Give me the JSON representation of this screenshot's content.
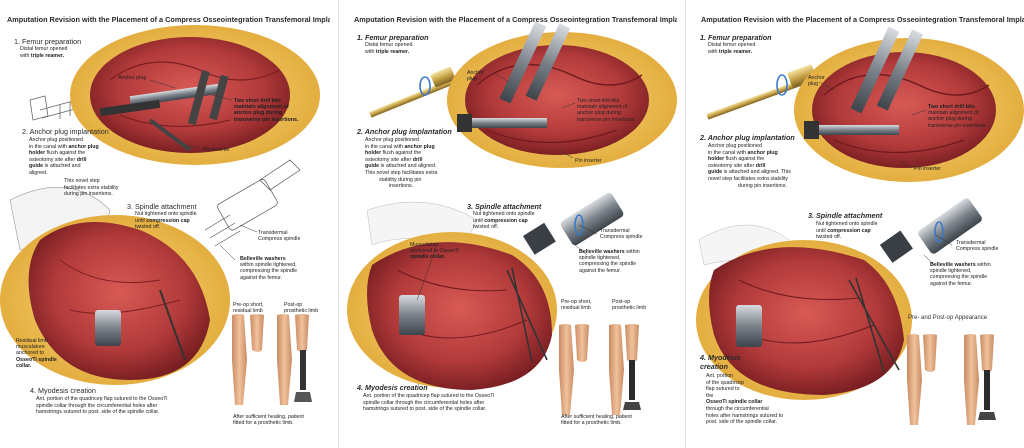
{
  "panels": [
    {
      "title": "Amputation Revision with the Placement of a Compress Osseointegration Transfemoral Implant",
      "step1": {
        "heading": "1. Femur preparation",
        "line1": "Distal femur opened",
        "line2_pre": "with ",
        "line2_bold": "triple reamer."
      },
      "anchor_plug": "Anchor plug",
      "drill_note": {
        "l1": "Two short drill bits",
        "l2": "maintain alignment of",
        "l3": "anchor plug during",
        "l4": "transverse pin insertions."
      },
      "pin_inserter": "Pin inserter",
      "step2": {
        "heading": "2. Anchor plug implantation",
        "l1": "Anchor plug positioned",
        "l2_pre": "in the canal with ",
        "l2_bold": "anchor plug",
        "l3_bold": "holder",
        "l3_post": " flush against the",
        "l4_pre": "osteotomy site after ",
        "l4_bold": "drill",
        "l5_bold": "guide",
        "l5_post": " is attached and",
        "l6": "aligned."
      },
      "novel": {
        "l1": "This novel step",
        "l2": "facilitates extra stability",
        "l3": "during pin insertions."
      },
      "step3": {
        "heading": "3. Spindle attachment",
        "l1": "Nut tightened onto spindle",
        "l2_pre": "until ",
        "l2_bold": "compression cap",
        "l3": "twisted off."
      },
      "spindle": {
        "l1": "Transdermal",
        "l2": "Compress spindle"
      },
      "washers": {
        "bold": "Belleville washers",
        "l1": "within spindle tightened,",
        "l2": "compressing the spindle",
        "l3": "against the femur."
      },
      "musculature": null,
      "preop": {
        "l1": "Pre-op short,",
        "l2": "residual limb"
      },
      "postop": {
        "l1": "Post-op",
        "l2": "prosthetic limb"
      },
      "healing": {
        "l1": "After sufficient healing, patient",
        "l2": "fitted for a prosthetic limb."
      },
      "residual": {
        "l1": "Residual limb",
        "l2": "musculature",
        "l3": "anchored to",
        "l4_bold": "OsseoTi spindle",
        "l5_bold": "collar."
      },
      "step4": {
        "heading": "4. Myodesis creation",
        "l1": "Ant. portion of the quadricep flap sutured to the OsseoTi",
        "l2": "spindle collar through the circumferential holes after",
        "l3": "hamstrings sutured to post. side of the spindle collar."
      }
    },
    {
      "title": "Amputation Revision with the Placement of a Compress Osseointegration Transfemoral Implant",
      "step1": {
        "heading": "1. Femur preparation",
        "line1": "Distal femur opened",
        "line2_pre": "with ",
        "line2_bold": "triple reamer."
      },
      "anchor_plug": {
        "l1": "Anchor",
        "l2": "plug"
      },
      "drill_note": {
        "l1": "Two short drill bits",
        "l2": "maintain alignment of",
        "l3": "anchor plug during",
        "l4": "transverse pin insertions."
      },
      "pin_inserter": "Pin inserter",
      "step2": {
        "heading": "2. Anchor plug implantation",
        "l1": "Anchor plug positioned",
        "l2_pre": "in the canal with ",
        "l2_bold": "anchor plug",
        "l3_bold": "holder",
        "l3_post": " flush against the",
        "l4_pre": "osteotomy site after ",
        "l4_bold": "drill",
        "l5_bold": "guide",
        "l5_post": " is attached and aligned.",
        "l6": ""
      },
      "novel": {
        "l1": "This novel step facilitates extra",
        "l2": "stability during pin",
        "l3": "insertions."
      },
      "step3": {
        "heading": "3. Spindle attachment",
        "l1": "Nut tightened onto spindle",
        "l2_pre": "until ",
        "l2_bold": "compression cap",
        "l3": "twisted off."
      },
      "spindle": {
        "l1": "Transdermal",
        "l2": "Compress spindle"
      },
      "washers": {
        "bold": "Belleville washers",
        "l1": "within",
        "l2": "spindle tightened,",
        "l3": "compressing the spindle",
        "l4": "against the femur."
      },
      "musculature": {
        "l1": "Musculature",
        "l2": "anchored to OsseoTi",
        "l3_bold": "spindle collar."
      },
      "preop": {
        "l1": "Pre-op short,",
        "l2": "residual limb"
      },
      "postop": {
        "l1": "Post-op",
        "l2": "prosthetic limb"
      },
      "healing": {
        "l1": "After sufficient healing, patient",
        "l2": "fitted for a prosthetic limb."
      },
      "step4": {
        "heading": "4. Myodesis creation",
        "l1": "Ant. portion of the quadricep flap sutured to the OsseoTi",
        "l2": "spindle collar through the circumferential holes after",
        "l3": "hamstrings sutured to post. side of the spindle collar."
      }
    },
    {
      "title": "Amputation Revision with the Placement of a Compress Osseointegration Transfemoral Implant",
      "step1": {
        "heading": "1. Femur preparation",
        "line1": "Distal femur opened",
        "line2_pre": "with ",
        "line2_bold": "triple reamer."
      },
      "anchor_plug": {
        "l1": "Anchor",
        "l2": "plug"
      },
      "drill_note": {
        "bold": "Two short drill bits",
        "l2": "maintain alignment of",
        "l3": "anchor plug during",
        "l4": "transverse pin insertions."
      },
      "pin_inserter": "Pin inserter",
      "step2": {
        "heading": "2. Anchor plug implantation",
        "l1": "Anchor plug positioned",
        "l2_pre": "in the canal with ",
        "l2_bold": "anchor plug",
        "l3_bold": "holder",
        "l3_post": " flush against the",
        "l4_pre": "osteotomy site after ",
        "l4_bold": "drill",
        "l5_bold": "guide",
        "l5_post": " is attached and aligned. This",
        "l6": "novel step facilitates extra stability",
        "l7": "during pin insertions."
      },
      "step3": {
        "heading": "3. Spindle attachment",
        "l1": "Nut tightened onto spindle",
        "l2_pre": "until ",
        "l2_bold": "compression cap",
        "l3": "twisted off."
      },
      "spindle": {
        "l1": "Transdermal",
        "l2": "Compress spindle"
      },
      "washers": {
        "bold": "Belleville washers",
        "l1": "within",
        "l2": "spindle tightened,",
        "l3": "compressing the spindle",
        "l4": "against the femur."
      },
      "appearance": "Pre- and Post-op Appearance",
      "step4": {
        "heading": "4. Myodesis",
        "heading2": "creation",
        "l1": "Ant. portion",
        "l2": "of the quadricep",
        "l3": "flap sutured to",
        "l4": "the",
        "l5_bold": "OsseoTi spindle collar",
        "l6": "through the circumferential",
        "l7": "holes after hamstrings sutured to",
        "l8": "post. side of the spindle collar."
      }
    }
  ],
  "colors": {
    "muscle": "#b23a3a",
    "muscle_dark": "#7d1f22",
    "fat": "#f0c64a",
    "bone": "#e9dcc0",
    "metal": "#8a8f96",
    "skin": "#e8b48a",
    "accent_blue": "#3a78c9"
  }
}
